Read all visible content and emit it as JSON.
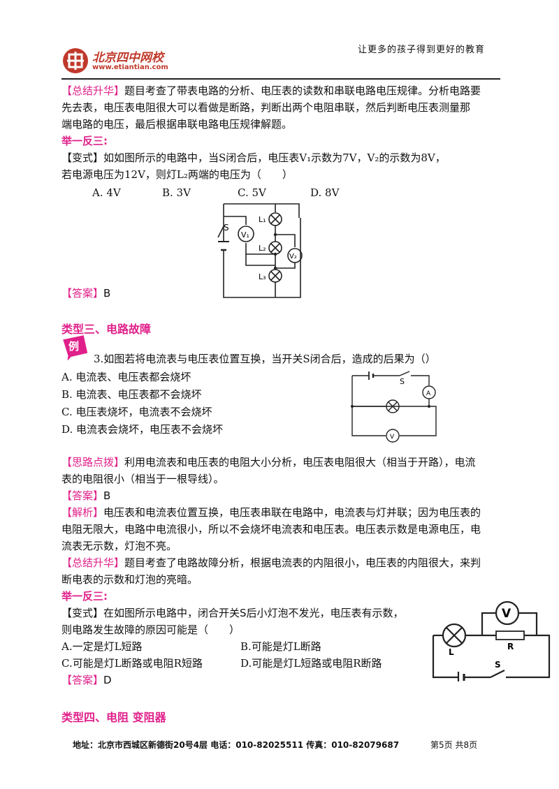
{
  "header": {
    "logo_brand": "北京四中网校",
    "logo_url": "www.etiantian.com",
    "slogan": "让更多的孩子得到更好的教育"
  },
  "block1": {
    "summary_tag": "【总结升华】",
    "summary_line1": "题目考查了带表电路的分析、电压表的读数和串联电路电压规律。分析电路要",
    "summary_line2": "先去表，电压表电阻很大可以看做是断路，判断出两个电阻串联，然后判断电压表测量那",
    "summary_line3": "端电路的电压，最后根据串联电路电压规律解题。",
    "practice_heading": "举一反三:",
    "variant_tag": "【变式】",
    "variant_line1": "如如图所示的电路中，当S闭合后，电压表V₁示数为7V，V₂的示数为8V，",
    "variant_line2": "若电源电压为12V，则灯L₂两端的电压为（　　）",
    "options": [
      "A. 4V",
      "B. 3V",
      "C. 5V",
      "D. 8V"
    ],
    "answer_tag": "【答案】",
    "answer": "B",
    "diagram_labels": {
      "switch": "S",
      "v1": "V₁",
      "v2": "V₂",
      "l1": "L₁",
      "l2": "L₂",
      "l3": "L₃"
    }
  },
  "section3": {
    "title": "类型三、电路故障",
    "example_badge": "例",
    "question": "3.如图若将电流表与电压表位置互换，当开关S闭合后，造成的后果为（）",
    "options": [
      "A. 电流表、电压表都会烧坏",
      "B. 电流表、电压表都不会烧坏",
      "C. 电压表烧坏，电流表不会烧坏",
      "D. 电流表会烧坏，电压表不会烧坏"
    ],
    "diagram_labels": {
      "switch": "S",
      "ammeter": "A",
      "voltmeter": "V"
    },
    "hint_tag": "【思路点拨】",
    "hint_line1": "利用电流表和电压表的电阻大小分析，电压表电阻很大（相当于开路），电流",
    "hint_line2": "表的电阻很小（相当于一根导线）。",
    "answer_tag": "【答案】",
    "answer": "B",
    "analysis_tag": "【解析】",
    "analysis_line1": "电压表和电流表位置互换，电压表串联在电路中，电流表与灯并联；因为电压表的",
    "analysis_line2": "电阻无限大，电路中电流很小，所以不会烧坏电流表和电压表。电压表示数是电源电压，电",
    "analysis_line3": "流表无示数，灯泡不亮。",
    "summary_tag": "【总结升华】",
    "summary_line1": "题目考查了电路故障分析，根据电流表的内阻很小，电压表的内阻很大，来判",
    "summary_line2": "断电表的示数和灯泡的亮暗。",
    "practice_heading": "举一反三:",
    "variant_tag": "【变式】",
    "variant_line1": "在如图所示电路中，闭合开关S后小灯泡不发光，电压表有示数，",
    "variant_line2": "则电路发生故障的原因可能是（　　）",
    "variant_options": [
      "A.一定是灯L短路",
      "B.可能是灯L断路",
      "C.可能是灯L断路或电阻R短路",
      "D.可能是灯L短路或电阻R断路"
    ],
    "variant_answer_tag": "【答案】",
    "variant_answer": "D",
    "variant_diagram_labels": {
      "voltmeter": "V",
      "lamp": "L",
      "resistor": "R",
      "switch": "S"
    }
  },
  "section4": {
    "title": "类型四、电阻 变阻器"
  },
  "footer": {
    "address": "地址：北京市西城区新德街20号4层 电话：010-82025511 传真：010-82079687",
    "page": "第5页 共8页"
  }
}
